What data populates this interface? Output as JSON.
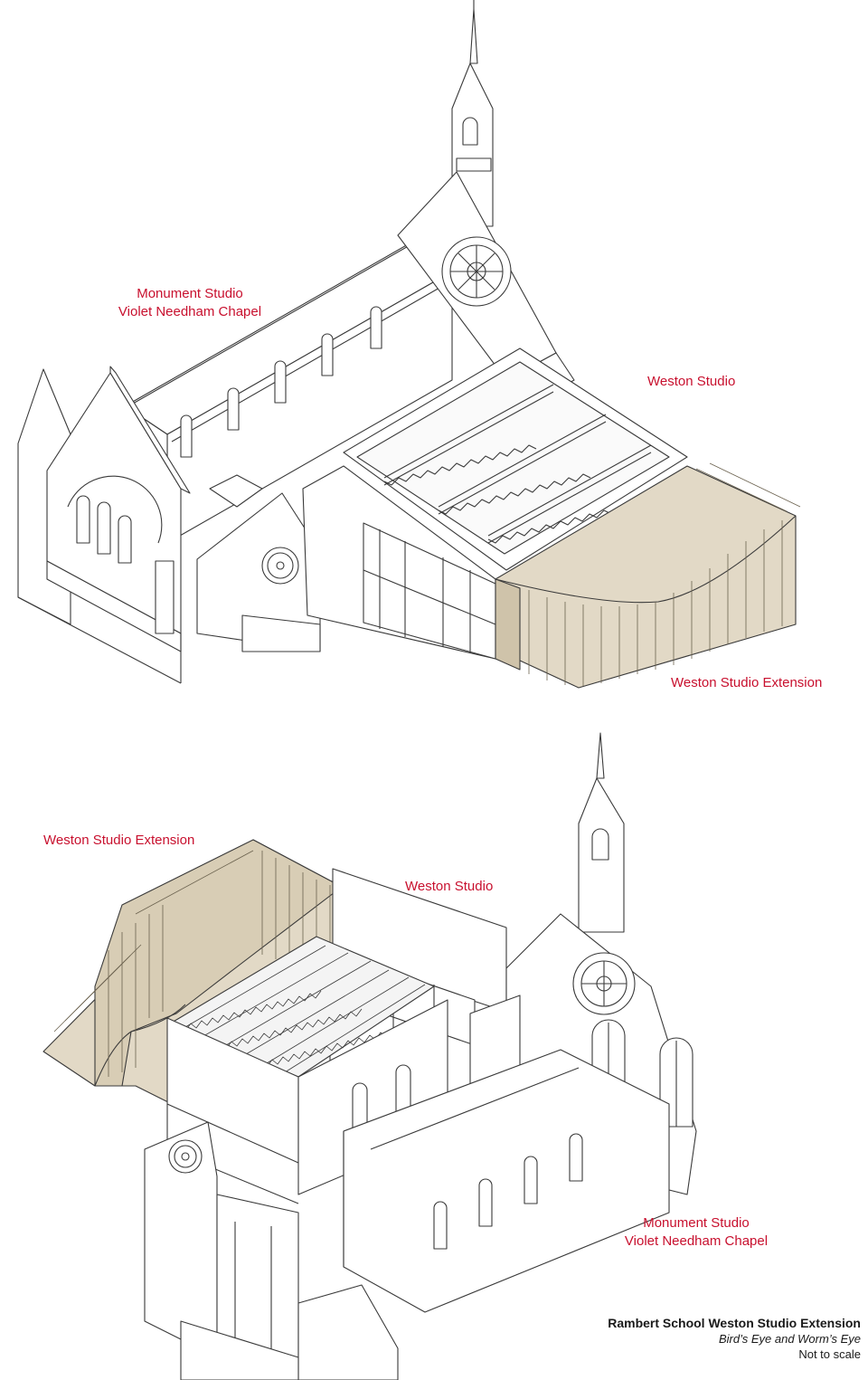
{
  "colors": {
    "label_red": "#c8102e",
    "line": "#3a3a3a",
    "extension_fill": "#e2d9c6",
    "extension_shade": "#cfc3aa"
  },
  "top_drawing": {
    "label_monument_line1": "Monument Studio",
    "label_monument_line2": "Violet Needham Chapel",
    "label_weston": "Weston Studio",
    "label_extension": "Weston Studio Extension"
  },
  "bottom_drawing": {
    "label_extension": "Weston Studio Extension",
    "label_weston": "Weston Studio",
    "label_monument_line1": "Monument Studio",
    "label_monument_line2": "Violet Needham Chapel"
  },
  "caption": {
    "title": "Rambert School Weston Studio Extension",
    "subtitle": "Bird’s Eye and Worm’s Eye",
    "note": "Not to scale"
  }
}
